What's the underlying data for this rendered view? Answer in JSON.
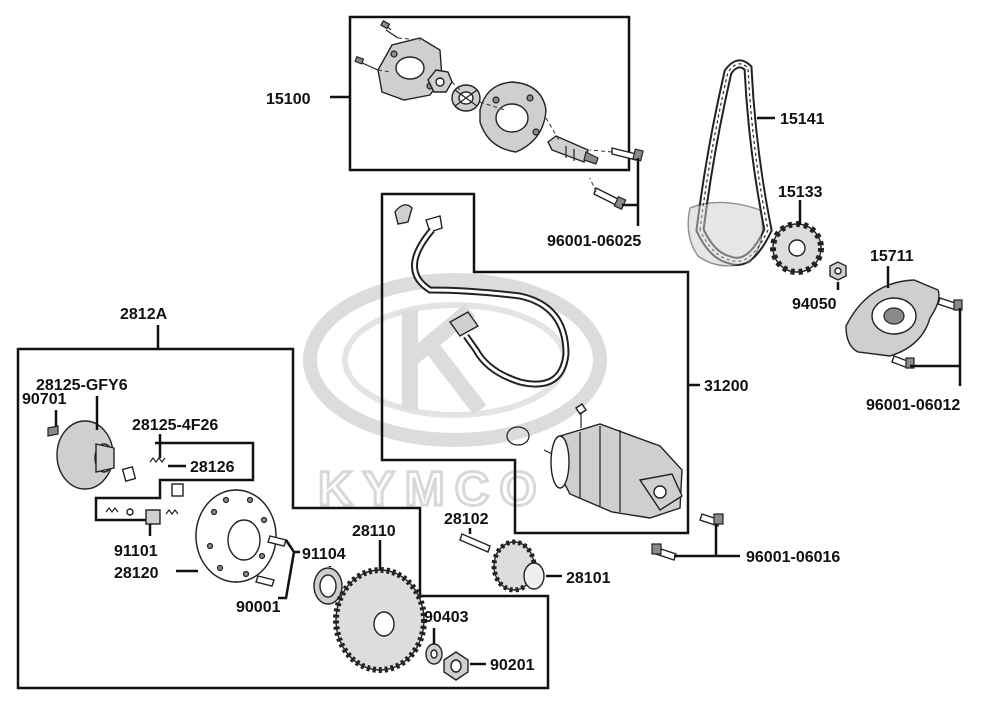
{
  "watermark": {
    "brand": "KYMCO",
    "color": "#d8d8d8"
  },
  "colors": {
    "line": "#111111",
    "part_fill": "#cfcfcf"
  },
  "labels": {
    "p15100": "15100",
    "p15141": "15141",
    "p15133": "15133",
    "p15711": "15711",
    "p94050": "94050",
    "p96001_06025": "96001-06025",
    "p96001_06012": "96001-06012",
    "p31200": "31200",
    "p96001_06016": "96001-06016",
    "p2812A": "2812A",
    "p28125_GFY6": "28125-GFY6",
    "p90701": "90701",
    "p28125_4F26": "28125-4F26",
    "p28126": "28126",
    "p91101": "91101",
    "p28120": "28120",
    "p90001": "90001",
    "p91104": "91104",
    "p28110": "28110",
    "p28102": "28102",
    "p28101": "28101",
    "p90403": "90403",
    "p90201": "90201"
  }
}
